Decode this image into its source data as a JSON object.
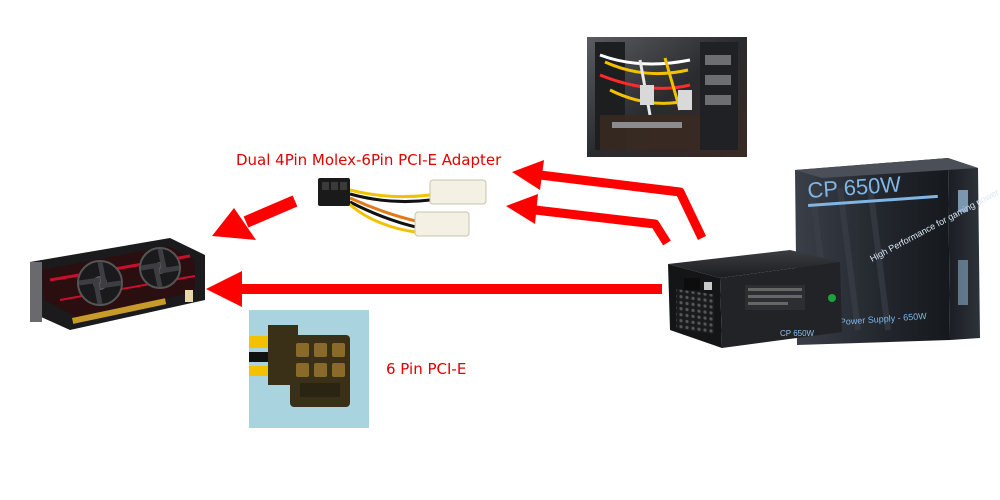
{
  "colors": {
    "arrow": "#ff0000",
    "label": "#e00000",
    "background": "#ffffff",
    "pcie_photo_bg": "#a9d4df",
    "connector_body": "#3a3018",
    "psu_box": "#2b2f36",
    "psu_unit": "#1e1f22",
    "wire_yellow": "#f2c200",
    "wire_orange": "#e07a1c",
    "wire_black": "#111111"
  },
  "labels": {
    "adapter": "Dual 4Pin Molex-6Pin PCI-E Adapter",
    "pcie": "6 Pin PCI-E"
  },
  "product_text": {
    "box_model": "CP 650W",
    "box_tagline": "High Performance for gaming power",
    "box_series": "Power Supply - 650W",
    "unit_badge": "CP 650W"
  },
  "images": [
    {
      "name": "graphics-card-photo",
      "depicts": "graphics card"
    },
    {
      "name": "molex-adapter-photo",
      "depicts": "dual 4pin molex to 6pin pci-e adapter"
    },
    {
      "name": "pc-case-cables-photo",
      "depicts": "pc case interior with power cables"
    },
    {
      "name": "psu-box-photo",
      "depicts": "power supply retail box"
    },
    {
      "name": "psu-unit-photo",
      "depicts": "power supply unit"
    },
    {
      "name": "pcie-connector-photo",
      "depicts": "6 pin pci-e connector"
    }
  ],
  "arrows": [
    {
      "name": "arrow-adapter-to-gpu",
      "from": "adapter",
      "to": "graphics card"
    },
    {
      "name": "arrow-psu-to-gpu",
      "from": "power supply unit",
      "to": "graphics card"
    },
    {
      "name": "arrow-psu-to-adapter-upper",
      "from": "power supply unit",
      "to": "adapter"
    },
    {
      "name": "arrow-psu-to-adapter-lower",
      "from": "power supply unit",
      "to": "adapter"
    }
  ]
}
